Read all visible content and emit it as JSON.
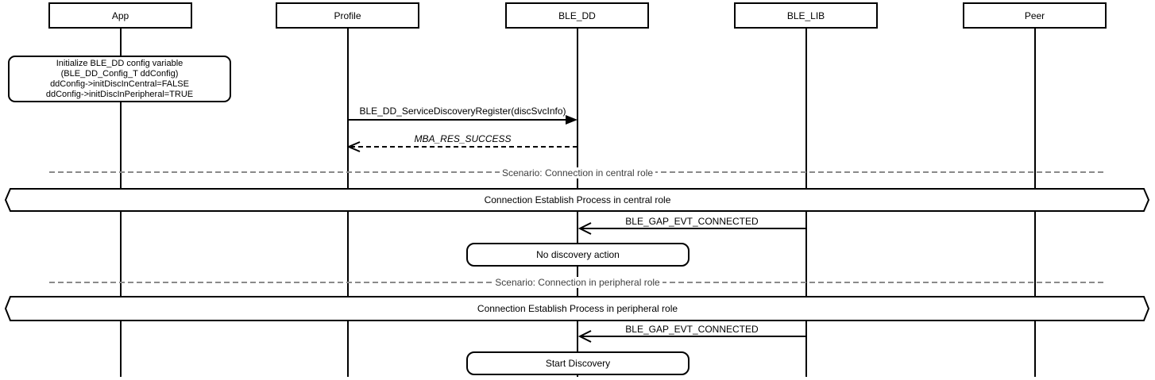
{
  "diagram": {
    "type": "sequence-diagram",
    "actors": [
      {
        "label": "App"
      },
      {
        "label": "Profile"
      },
      {
        "label": "BLE_DD"
      },
      {
        "label": "BLE_LIB"
      },
      {
        "label": "Peer"
      }
    ],
    "note": {
      "attached_to": "App",
      "lines": [
        "Initialize BLE_DD config variable",
        "(BLE_DD_Config_T ddConfig)",
        "ddConfig->initDiscInCentral=FALSE",
        "ddConfig->initDiscInPeripheral=TRUE"
      ]
    },
    "messages": [
      {
        "label": "BLE_DD_ServiceDiscoveryRegister(discSvcInfo)",
        "from": "Profile",
        "to": "BLE_DD",
        "line": "solid",
        "arrowhead": "filled"
      },
      {
        "label": "MBA_RES_SUCCESS",
        "from": "BLE_DD",
        "to": "Profile",
        "line": "dashed",
        "arrowhead": "open"
      },
      {
        "label": "BLE_GAP_EVT_CONNECTED",
        "from": "BLE_LIB",
        "to": "BLE_DD",
        "line": "solid",
        "arrowhead": "open"
      },
      {
        "label": "BLE_GAP_EVT_CONNECTED",
        "from": "BLE_LIB",
        "to": "BLE_DD",
        "line": "solid",
        "arrowhead": "open"
      }
    ],
    "dividers": [
      {
        "label": "Scenario: Connection in central role"
      },
      {
        "label": "Scenario: Connection in peripheral role"
      }
    ],
    "frames": [
      {
        "label": "Connection Establish Process in central role"
      },
      {
        "label": "Connection Establish Process in peripheral role"
      }
    ],
    "actions": [
      {
        "label": "No discovery action",
        "attached_to": "BLE_DD"
      },
      {
        "label": "Start Discovery",
        "attached_to": "BLE_DD"
      }
    ],
    "colors": {
      "stroke": "#000000",
      "divider_dash": "#8a8a8a",
      "divider_text": "#404040",
      "background": "#ffffff"
    }
  }
}
